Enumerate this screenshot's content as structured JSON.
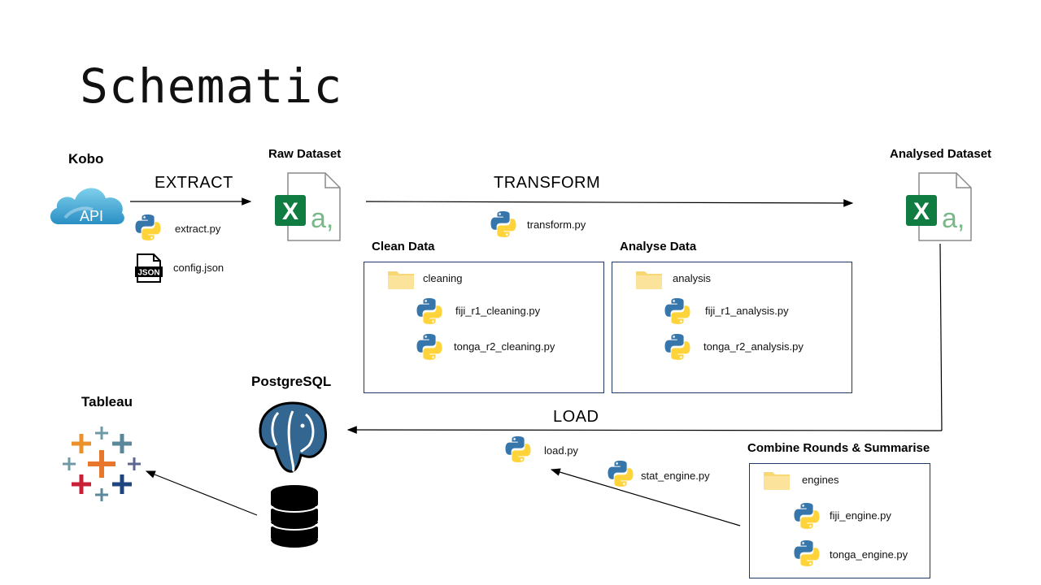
{
  "title": "Schematic",
  "kobo": {
    "label": "Kobo",
    "api_text": "API"
  },
  "extract": {
    "stage": "EXTRACT",
    "script": "extract.py",
    "config": "config.json",
    "json_badge": "JSON"
  },
  "raw_dataset": {
    "label": "Raw Dataset",
    "excel_letter": "X",
    "excel_glyph": "a,"
  },
  "transform": {
    "stage": "TRANSFORM",
    "script": "transform.py"
  },
  "analysed_dataset": {
    "label": "Analysed Dataset",
    "excel_letter": "X",
    "excel_glyph": "a,"
  },
  "clean_data": {
    "label": "Clean Data",
    "folder": "cleaning",
    "files": [
      "fiji_r1_cleaning.py",
      "tonga_r2_cleaning.py"
    ]
  },
  "analyse_data": {
    "label": "Analyse Data",
    "folder": "analysis",
    "files": [
      "fiji_r1_analysis.py",
      "tonga_r2_analysis.py"
    ]
  },
  "load": {
    "stage": "LOAD",
    "script": "load.py",
    "stat_script": "stat_engine.py"
  },
  "postgres": {
    "label": "PostgreSQL"
  },
  "tableau": {
    "label": "Tableau"
  },
  "combine": {
    "label": "Combine Rounds & Summarise",
    "folder": "engines",
    "files": [
      "fiji_engine.py",
      "tonga_engine.py"
    ]
  },
  "colors": {
    "excel_green": "#107c41",
    "python_blue": "#3776ab",
    "python_yellow": "#ffd43b",
    "folder": "#f8d775",
    "panel_border": "#1f3864",
    "postgres_blue": "#336791"
  }
}
